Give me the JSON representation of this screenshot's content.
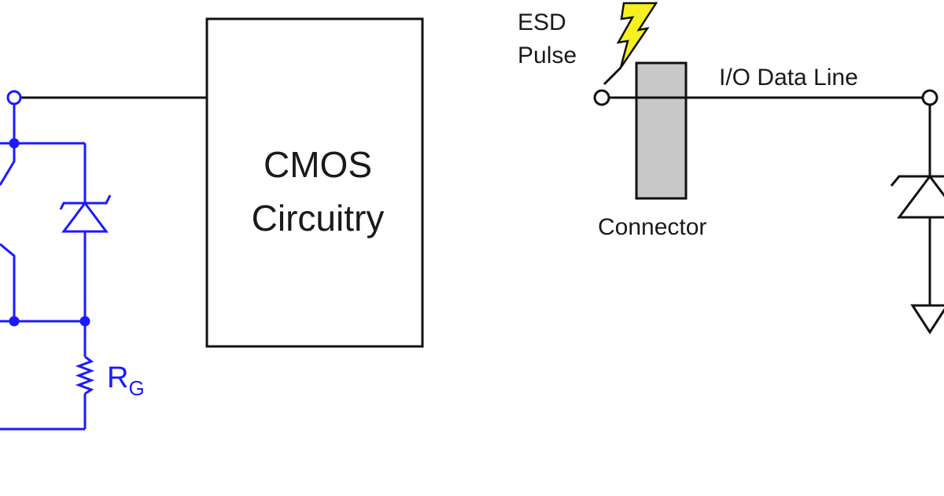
{
  "colors": {
    "wire": "#111111",
    "clamp": "#1a1aff",
    "connector_fill": "#c8c8c8",
    "bolt_fill": "#f5f020",
    "background": "#ffffff"
  },
  "labels": {
    "cmos_line1": "CMOS",
    "cmos_line2": "Circuitry",
    "esd_line1": "ESD",
    "esd_line2": "Pulse",
    "io_line": "I/O Data Line",
    "connector": "Connector",
    "rg_main": "R",
    "rg_sub": "G"
  },
  "icons": {
    "bolt": "lightning-bolt-icon",
    "zener": "zener-diode-icon",
    "resistor": "resistor-icon",
    "ground": "ground-icon"
  }
}
